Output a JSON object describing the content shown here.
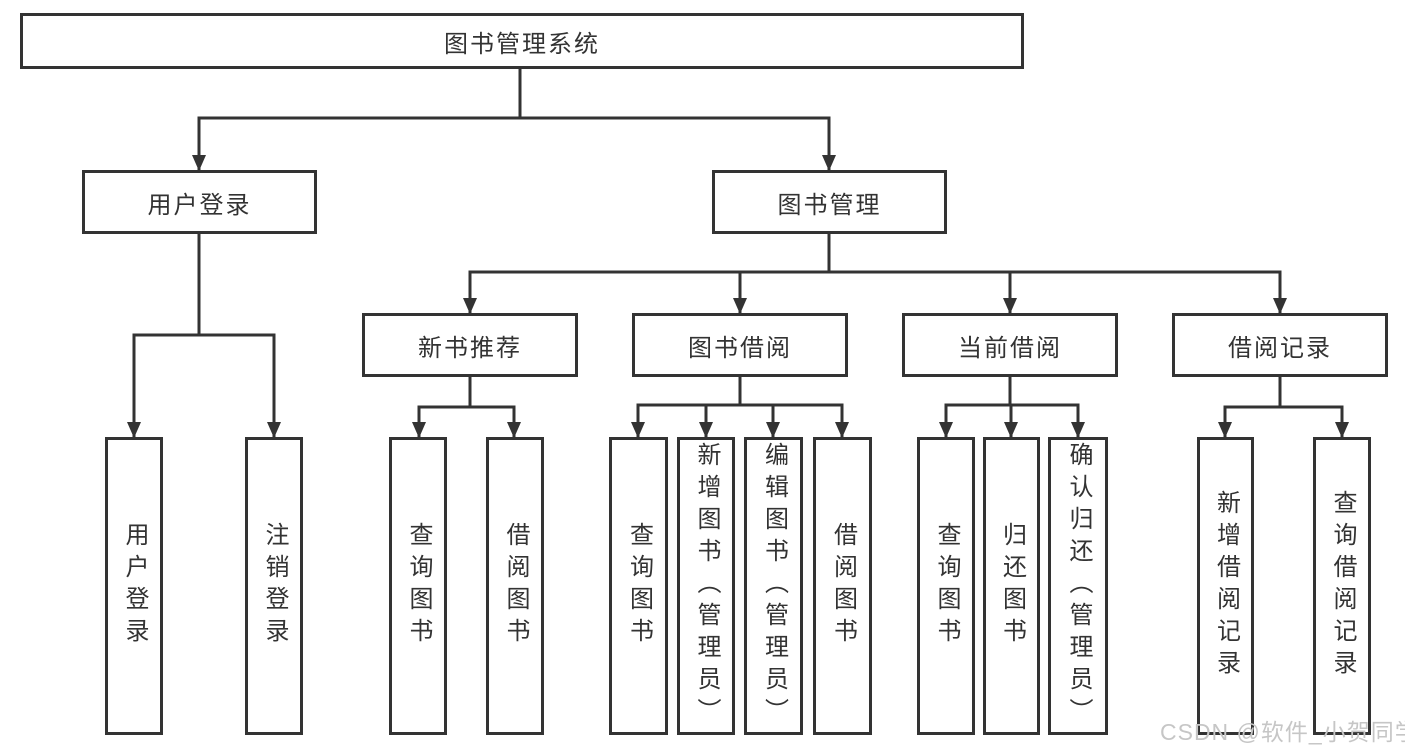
{
  "root": {
    "label": "图书管理系统"
  },
  "branches": {
    "user_login": {
      "label": "用户登录",
      "children": [
        {
          "label": "用户登录"
        },
        {
          "label": "注销登录"
        }
      ]
    },
    "book_mgmt": {
      "label": "图书管理",
      "children": [
        {
          "label": "新书推荐",
          "children": [
            {
              "label": "查询图书"
            },
            {
              "label": "借阅图书"
            }
          ]
        },
        {
          "label": "图书借阅",
          "children": [
            {
              "label": "查询图书"
            },
            {
              "label": "新增图书（管理员）"
            },
            {
              "label": "编辑图书（管理员）"
            },
            {
              "label": "借阅图书"
            }
          ]
        },
        {
          "label": "当前借阅",
          "children": [
            {
              "label": "查询图书"
            },
            {
              "label": "归还图书"
            },
            {
              "label": "确认归还（管理员）"
            }
          ]
        },
        {
          "label": "借阅记录",
          "children": [
            {
              "label": "新增借阅记录"
            },
            {
              "label": "查询借阅记录"
            }
          ]
        }
      ]
    }
  },
  "watermark": {
    "text": "CSDN @软件_小贺同学"
  },
  "colors": {
    "line": "#333333",
    "box_border": "#333333",
    "text": "#333333",
    "background": "#ffffff",
    "watermark": "#c6c6c6"
  }
}
